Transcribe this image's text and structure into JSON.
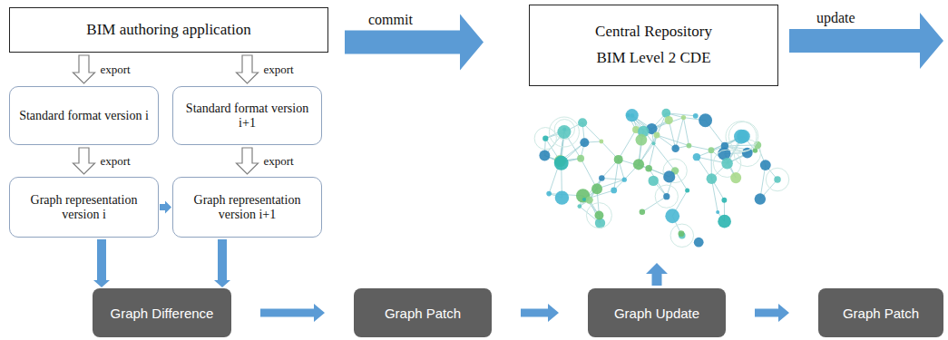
{
  "diagram": {
    "nodes": [
      {
        "text": [
          "BIM authoring application"
        ]
      },
      {
        "text": [
          "Central Repository",
          "BIM Level 2 CDE"
        ]
      },
      {
        "text": [
          "Standard format version i"
        ]
      },
      {
        "text": [
          "Standard format version i+1"
        ]
      },
      {
        "text": [
          "Graph representation version i"
        ]
      },
      {
        "text": [
          "Graph representation version i+1"
        ]
      },
      {
        "text": [
          "Graph Difference"
        ]
      },
      {
        "text": [
          "Graph Patch"
        ]
      },
      {
        "text": [
          "Graph Update"
        ]
      },
      {
        "text": [
          "Graph Patch"
        ]
      }
    ],
    "edges": [
      {
        "from": 0,
        "to": 1,
        "arrow": "to",
        "label": "commit"
      },
      {
        "from": 0,
        "to": 2,
        "arrow": "to",
        "label": "export"
      },
      {
        "from": 0,
        "to": 3,
        "arrow": "to",
        "label": "export"
      },
      {
        "from": 2,
        "to": 4,
        "arrow": "to",
        "label": "export"
      },
      {
        "from": 3,
        "to": 5,
        "arrow": "to",
        "label": "export"
      },
      {
        "from": 4,
        "to": 5,
        "arrow": "to"
      },
      {
        "from": 4,
        "to": 6,
        "arrow": "to"
      },
      {
        "from": 5,
        "to": 6,
        "arrow": "to"
      },
      {
        "from": 6,
        "to": 7,
        "arrow": "to"
      },
      {
        "from": 7,
        "to": 8,
        "arrow": "to"
      },
      {
        "from": 8,
        "to": 9,
        "arrow": "to"
      }
    ],
    "labels": [
      "update"
    ]
  }
}
